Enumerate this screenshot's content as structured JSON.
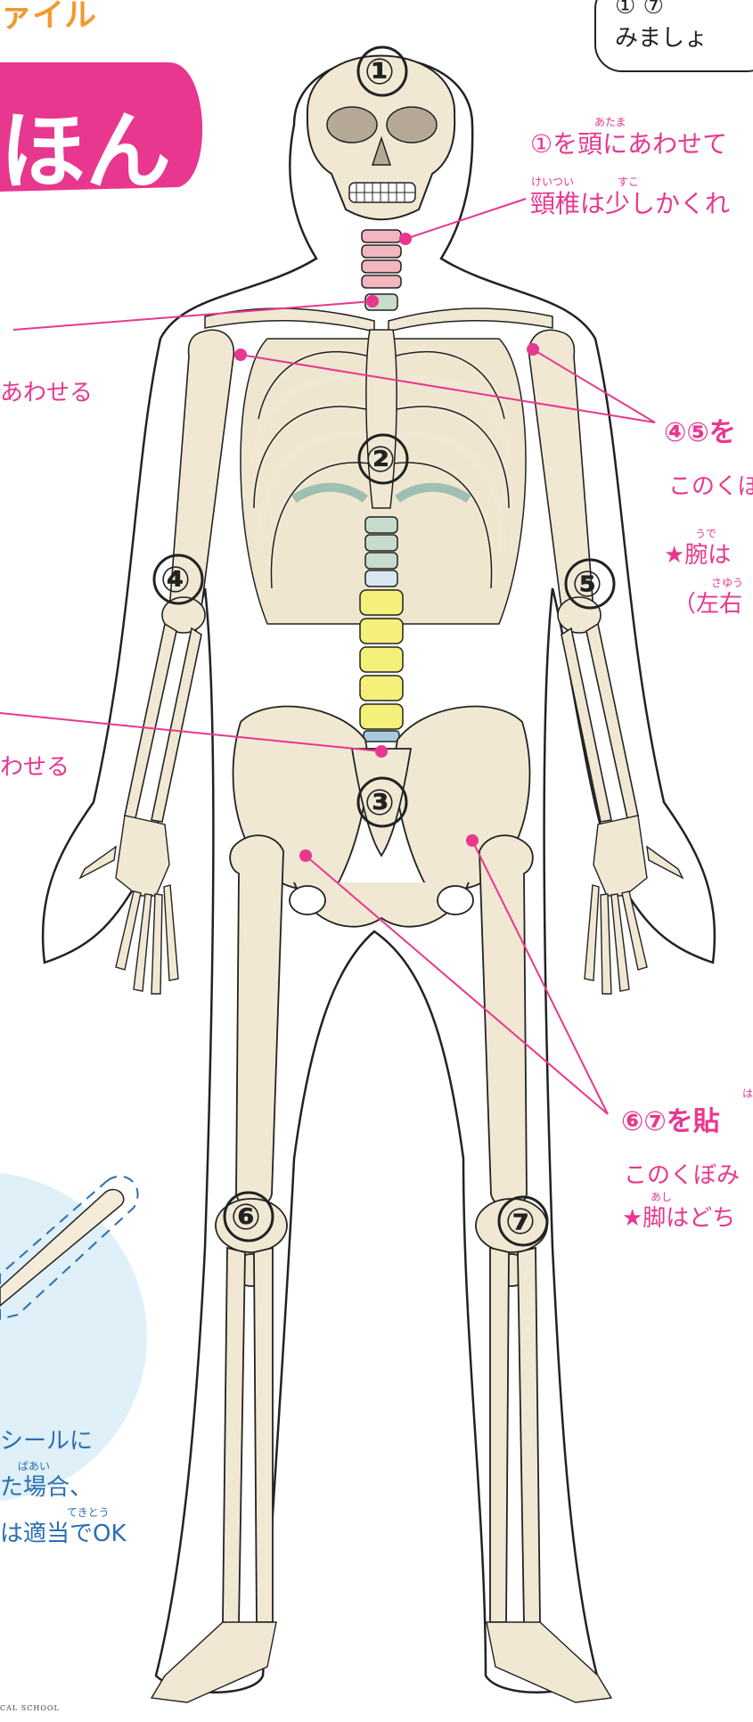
{
  "header": {
    "title_top_partial": "ァイル",
    "title_main_partial": "ほん"
  },
  "intro_box": {
    "line1": "① ⑦",
    "line2": "みましょ"
  },
  "markers": {
    "m1": "①",
    "m2": "②",
    "m3": "③",
    "m4": "④",
    "m5": "⑤",
    "m6": "⑥",
    "m7": "⑦"
  },
  "instructions": {
    "head": {
      "text": "①を頭にあわせて",
      "ruby": "あたま"
    },
    "neck": {
      "text": "頸椎は少しかくれ",
      "ruby_1": "けいつい",
      "ruby_2": "すこ"
    },
    "left_shoulder": "あわせる",
    "left_pelvis": "わせる",
    "arms": {
      "title": "④⑤を",
      "line1": "このくぼ",
      "line2": "★腕は",
      "line2_ruby": "うで",
      "line3": "（左右",
      "line3_ruby": "さゆう"
    },
    "legs": {
      "title": "⑥⑦を貼",
      "title_ruby": "は",
      "line1": "このくぼみ",
      "line2": "★脚はどち",
      "line2_ruby": "あし"
    }
  },
  "sticker_note": {
    "line1": "シールに",
    "line2": "た場合、",
    "line2_ruby": "ばあい",
    "line3": "は適当でOK",
    "line3_ruby": "てきとう"
  },
  "footer": {
    "credit": "CAL SCHOOL"
  },
  "colors": {
    "accent": "#e8378f",
    "title_orange": "#f29a2e",
    "bone": "#f1e8d3",
    "outline": "#222222",
    "cervical": "#f2b6c0",
    "thoracic": "#c7dccb",
    "lumbar": "#f4f07a",
    "note_bg": "#dff0f8",
    "note_text": "#2a6fb3"
  }
}
